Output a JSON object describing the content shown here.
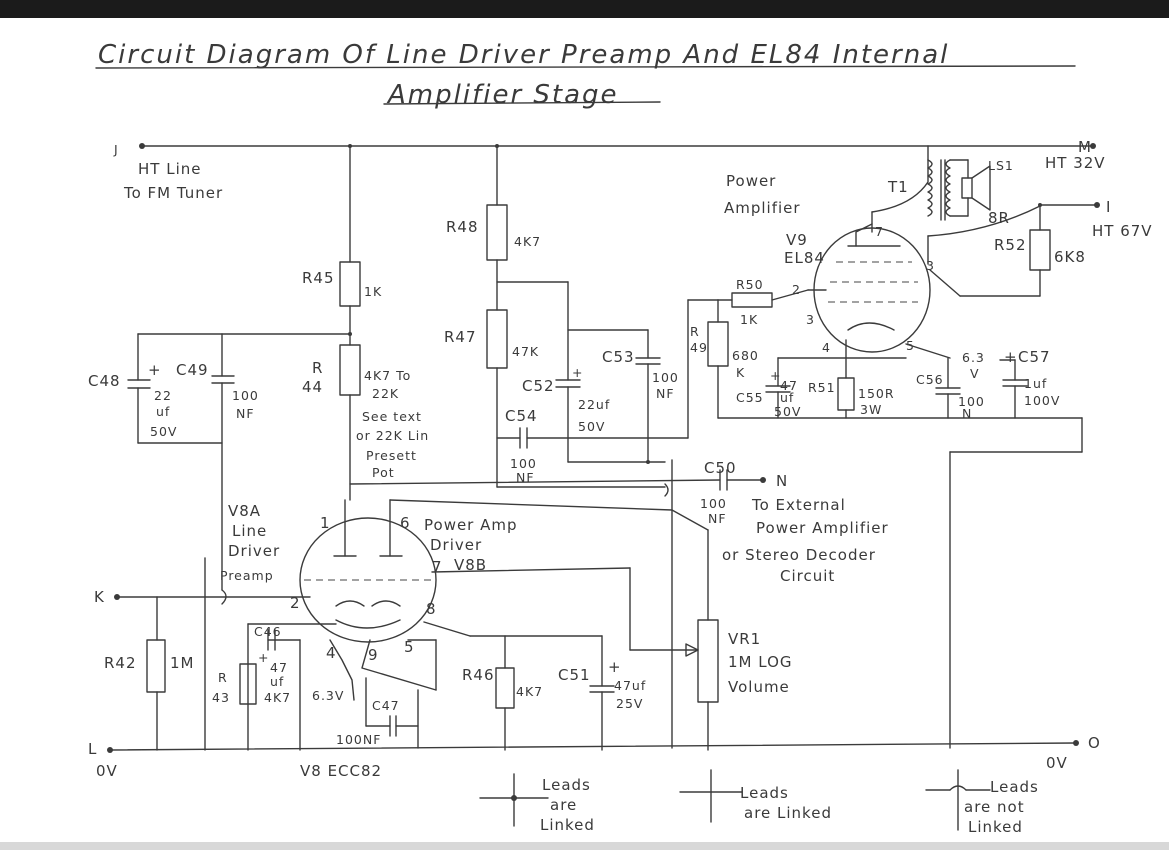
{
  "title": {
    "line1": "Circuit Diagram Of Line Driver Preamp And EL84 Internal",
    "line2": "Amplifier Stage"
  },
  "terminals": {
    "J": "J",
    "J_desc1": "HT Line",
    "J_desc2": "To FM Tuner",
    "M": "M",
    "M_desc": "HT 32V",
    "I": "I",
    "I_desc": "HT 67V",
    "K": "K",
    "L": "L",
    "L_desc": "0V",
    "O": "O",
    "O_desc": "0V",
    "N": "N",
    "N_desc1": "To External",
    "N_desc2": "Power Amplifier",
    "N_desc3": "or Stereo Decoder",
    "N_desc4": "Circuit"
  },
  "resistors": {
    "R45": {
      "ref": "R45",
      "value": "1K"
    },
    "R44": {
      "ref1": "R",
      "ref2": "44",
      "value1": "4K7 To",
      "value2": "22K",
      "note1": "See text",
      "note2": "or 22K Lin",
      "note3": "Presett",
      "note4": "Pot"
    },
    "R48": {
      "ref": "R48",
      "value": "4K7"
    },
    "R47": {
      "ref": "R47",
      "value": "47K"
    },
    "R50": {
      "ref": "R50",
      "value": "1K"
    },
    "R49": {
      "ref1": "R",
      "ref2": "49",
      "value1": "680",
      "value2": "K"
    },
    "R51": {
      "ref": "R51",
      "value1": "150R",
      "value2": "3W"
    },
    "R52": {
      "ref": "R52",
      "value": "6K8"
    },
    "R42": {
      "ref": "R42",
      "value": "1M"
    },
    "R43": {
      "ref1": "R",
      "ref2": "43",
      "value": "4K7"
    },
    "R46": {
      "ref": "R46",
      "value": "4K7"
    }
  },
  "capacitors": {
    "C48": {
      "ref": "C48",
      "v1": "22",
      "v2": "uf",
      "v3": "50V"
    },
    "C49": {
      "ref": "C49",
      "v1": "100",
      "v2": "NF"
    },
    "C52": {
      "ref": "C52",
      "v1": "22uf",
      "v2": "50V"
    },
    "C53": {
      "ref": "C53",
      "v1": "100",
      "v2": "NF"
    },
    "C54": {
      "ref": "C54",
      "v1": "100",
      "v2": "NF"
    },
    "C50": {
      "ref": "C50",
      "v1": "100",
      "v2": "NF"
    },
    "C55": {
      "ref": "C55",
      "v1": "47",
      "v2": "uf",
      "v3": "50V"
    },
    "C56": {
      "ref": "C56",
      "v1": "100",
      "v2": "N"
    },
    "C57": {
      "ref": "C57",
      "v1": "1uf",
      "v2": "100V"
    },
    "C46": {
      "ref": "C46",
      "v1": "47",
      "v2": "uf"
    },
    "C47": {
      "ref": "C47",
      "v1": "100NF"
    },
    "C51": {
      "ref": "C51",
      "v1": "47uf",
      "v2": "25V"
    }
  },
  "valves": {
    "V9": {
      "ref": "V9",
      "type": "EL84",
      "desc1": "Power",
      "desc2": "Amplifier",
      "pins": [
        "7",
        "3",
        "2",
        "3",
        "4",
        "5"
      ]
    },
    "V8": {
      "ref": "V8 ECC82",
      "v8a1": "V8A",
      "v8a2": "Line",
      "v8a3": "Driver",
      "v8a4": "Preamp",
      "v8b1": "Power Amp",
      "v8b2": "Driver",
      "v8b3": "V8B",
      "pins": [
        "1",
        "6",
        "7",
        "2",
        "8",
        "4",
        "9",
        "5"
      ]
    },
    "heater": "6.3V",
    "heater2": "6.3",
    "heater2b": "V"
  },
  "transformer": {
    "ref": "T1",
    "speaker": "LS1",
    "impedance": "8R"
  },
  "volume": {
    "ref": "VR1",
    "value": "1M LOG",
    "desc": "Volume"
  },
  "legend": [
    {
      "line1": "Leads",
      "line2": "are",
      "line3": "Linked"
    },
    {
      "line1": "Leads",
      "line2": "are Linked"
    },
    {
      "line1": "Leads",
      "line2": "are not",
      "line3": "Linked"
    }
  ],
  "misc": {
    "plus": "+"
  }
}
